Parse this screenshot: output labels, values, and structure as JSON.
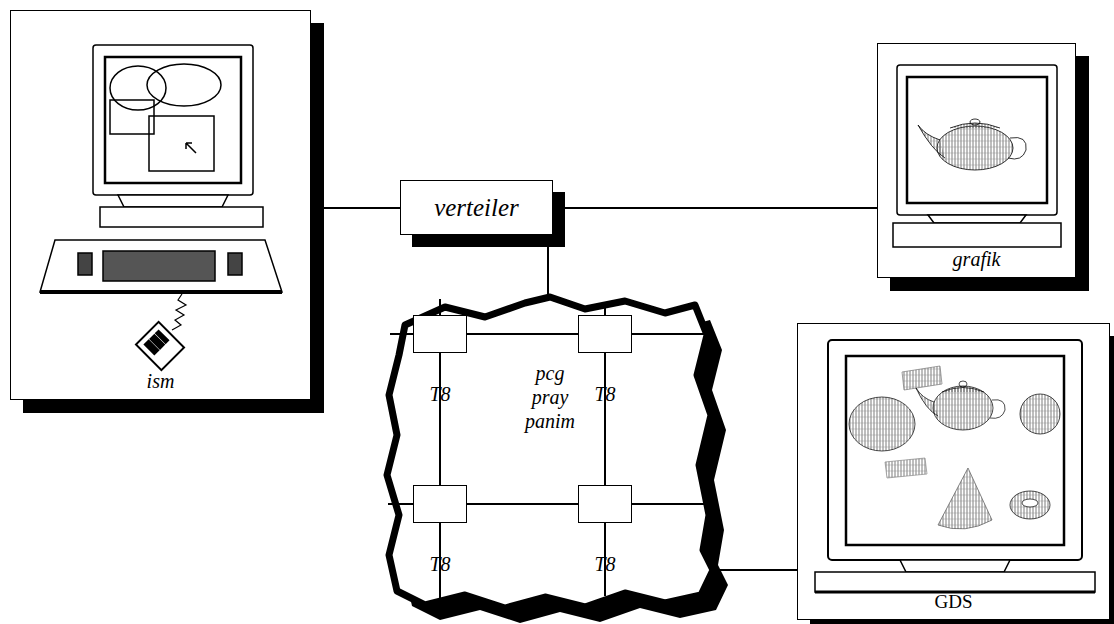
{
  "diagram": {
    "nodes": [
      {
        "text": [
          "ism"
        ]
      },
      {
        "text": [
          "verteiler"
        ]
      },
      {
        "text": [
          "grafik"
        ]
      },
      {
        "text": [
          "pcg pray panim"
        ]
      },
      {
        "text": [
          "T8"
        ],
        "in": 3
      },
      {
        "text": [
          "T8"
        ],
        "in": 3
      },
      {
        "text": [
          "T8"
        ],
        "in": 3
      },
      {
        "text": [
          "T8"
        ],
        "in": 3
      },
      {
        "text": [
          "GDS"
        ]
      }
    ],
    "edges": [
      {
        "from": 0,
        "to": 1,
        "arrow": "none"
      },
      {
        "from": 1,
        "to": 2,
        "arrow": "none"
      },
      {
        "from": 1,
        "to": 3,
        "arrow": "none"
      },
      {
        "from": 3,
        "to": 8,
        "arrow": "none"
      },
      {
        "from": 4,
        "to": 5,
        "arrow": "none"
      },
      {
        "from": 4,
        "to": 6,
        "arrow": "none"
      },
      {
        "from": 5,
        "to": 7,
        "arrow": "none"
      },
      {
        "from": 6,
        "to": 7,
        "arrow": "none"
      }
    ]
  }
}
